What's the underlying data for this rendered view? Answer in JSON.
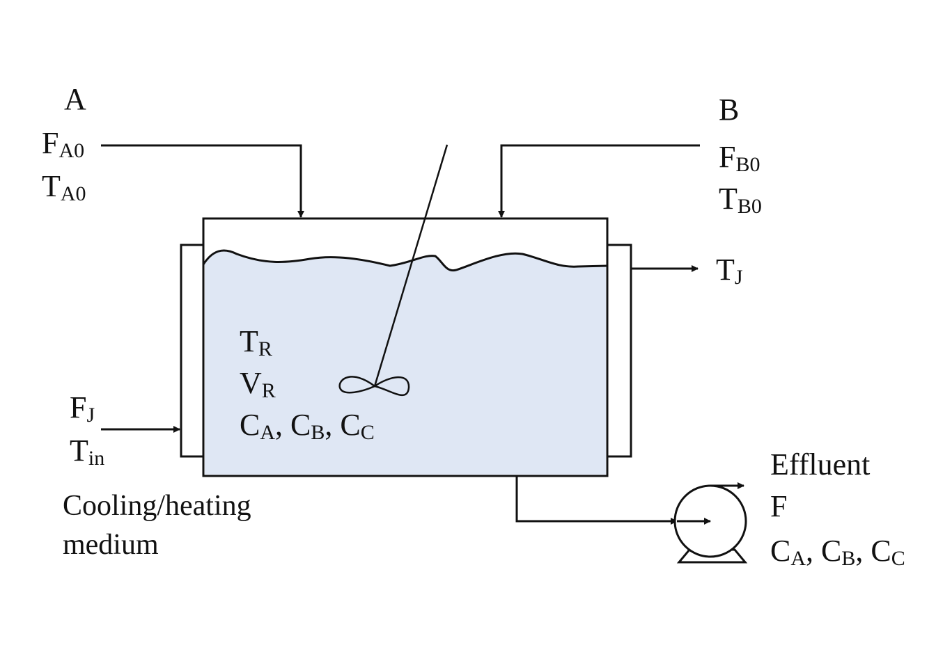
{
  "colors": {
    "liquid": "#dfe7f4",
    "line": "#111111",
    "background": "#ffffff"
  },
  "feed_a": {
    "name": "A",
    "flow": {
      "base": "F",
      "sub": "A0"
    },
    "temp": {
      "base": "T",
      "sub": "A0"
    }
  },
  "feed_b": {
    "name": "B",
    "flow": {
      "base": "F",
      "sub": "B0"
    },
    "temp": {
      "base": "T",
      "sub": "B0"
    }
  },
  "jacket_out": {
    "base": "T",
    "sub": "J"
  },
  "jacket_in": {
    "flow": {
      "base": "F",
      "sub": "J"
    },
    "temp": {
      "base": "T",
      "sub": "in"
    },
    "medium_line1": "Cooling/heating",
    "medium_line2": "medium"
  },
  "reactor": {
    "temp": {
      "base": "T",
      "sub": "R"
    },
    "volume": {
      "base": "V",
      "sub": "R"
    },
    "conc": {
      "c1": "C",
      "s1": "A",
      "c2": "C",
      "s2": "B",
      "c3": "C",
      "s3": "C",
      "sep": ", "
    }
  },
  "effluent": {
    "title": "Effluent",
    "flow": "F",
    "conc": {
      "c1": "C",
      "s1": "A",
      "c2": "C",
      "s2": "B",
      "c3": "C",
      "s3": "C",
      "sep": ", "
    }
  },
  "icons": [
    "arrow-icon",
    "agitator-icon",
    "pump-icon"
  ]
}
